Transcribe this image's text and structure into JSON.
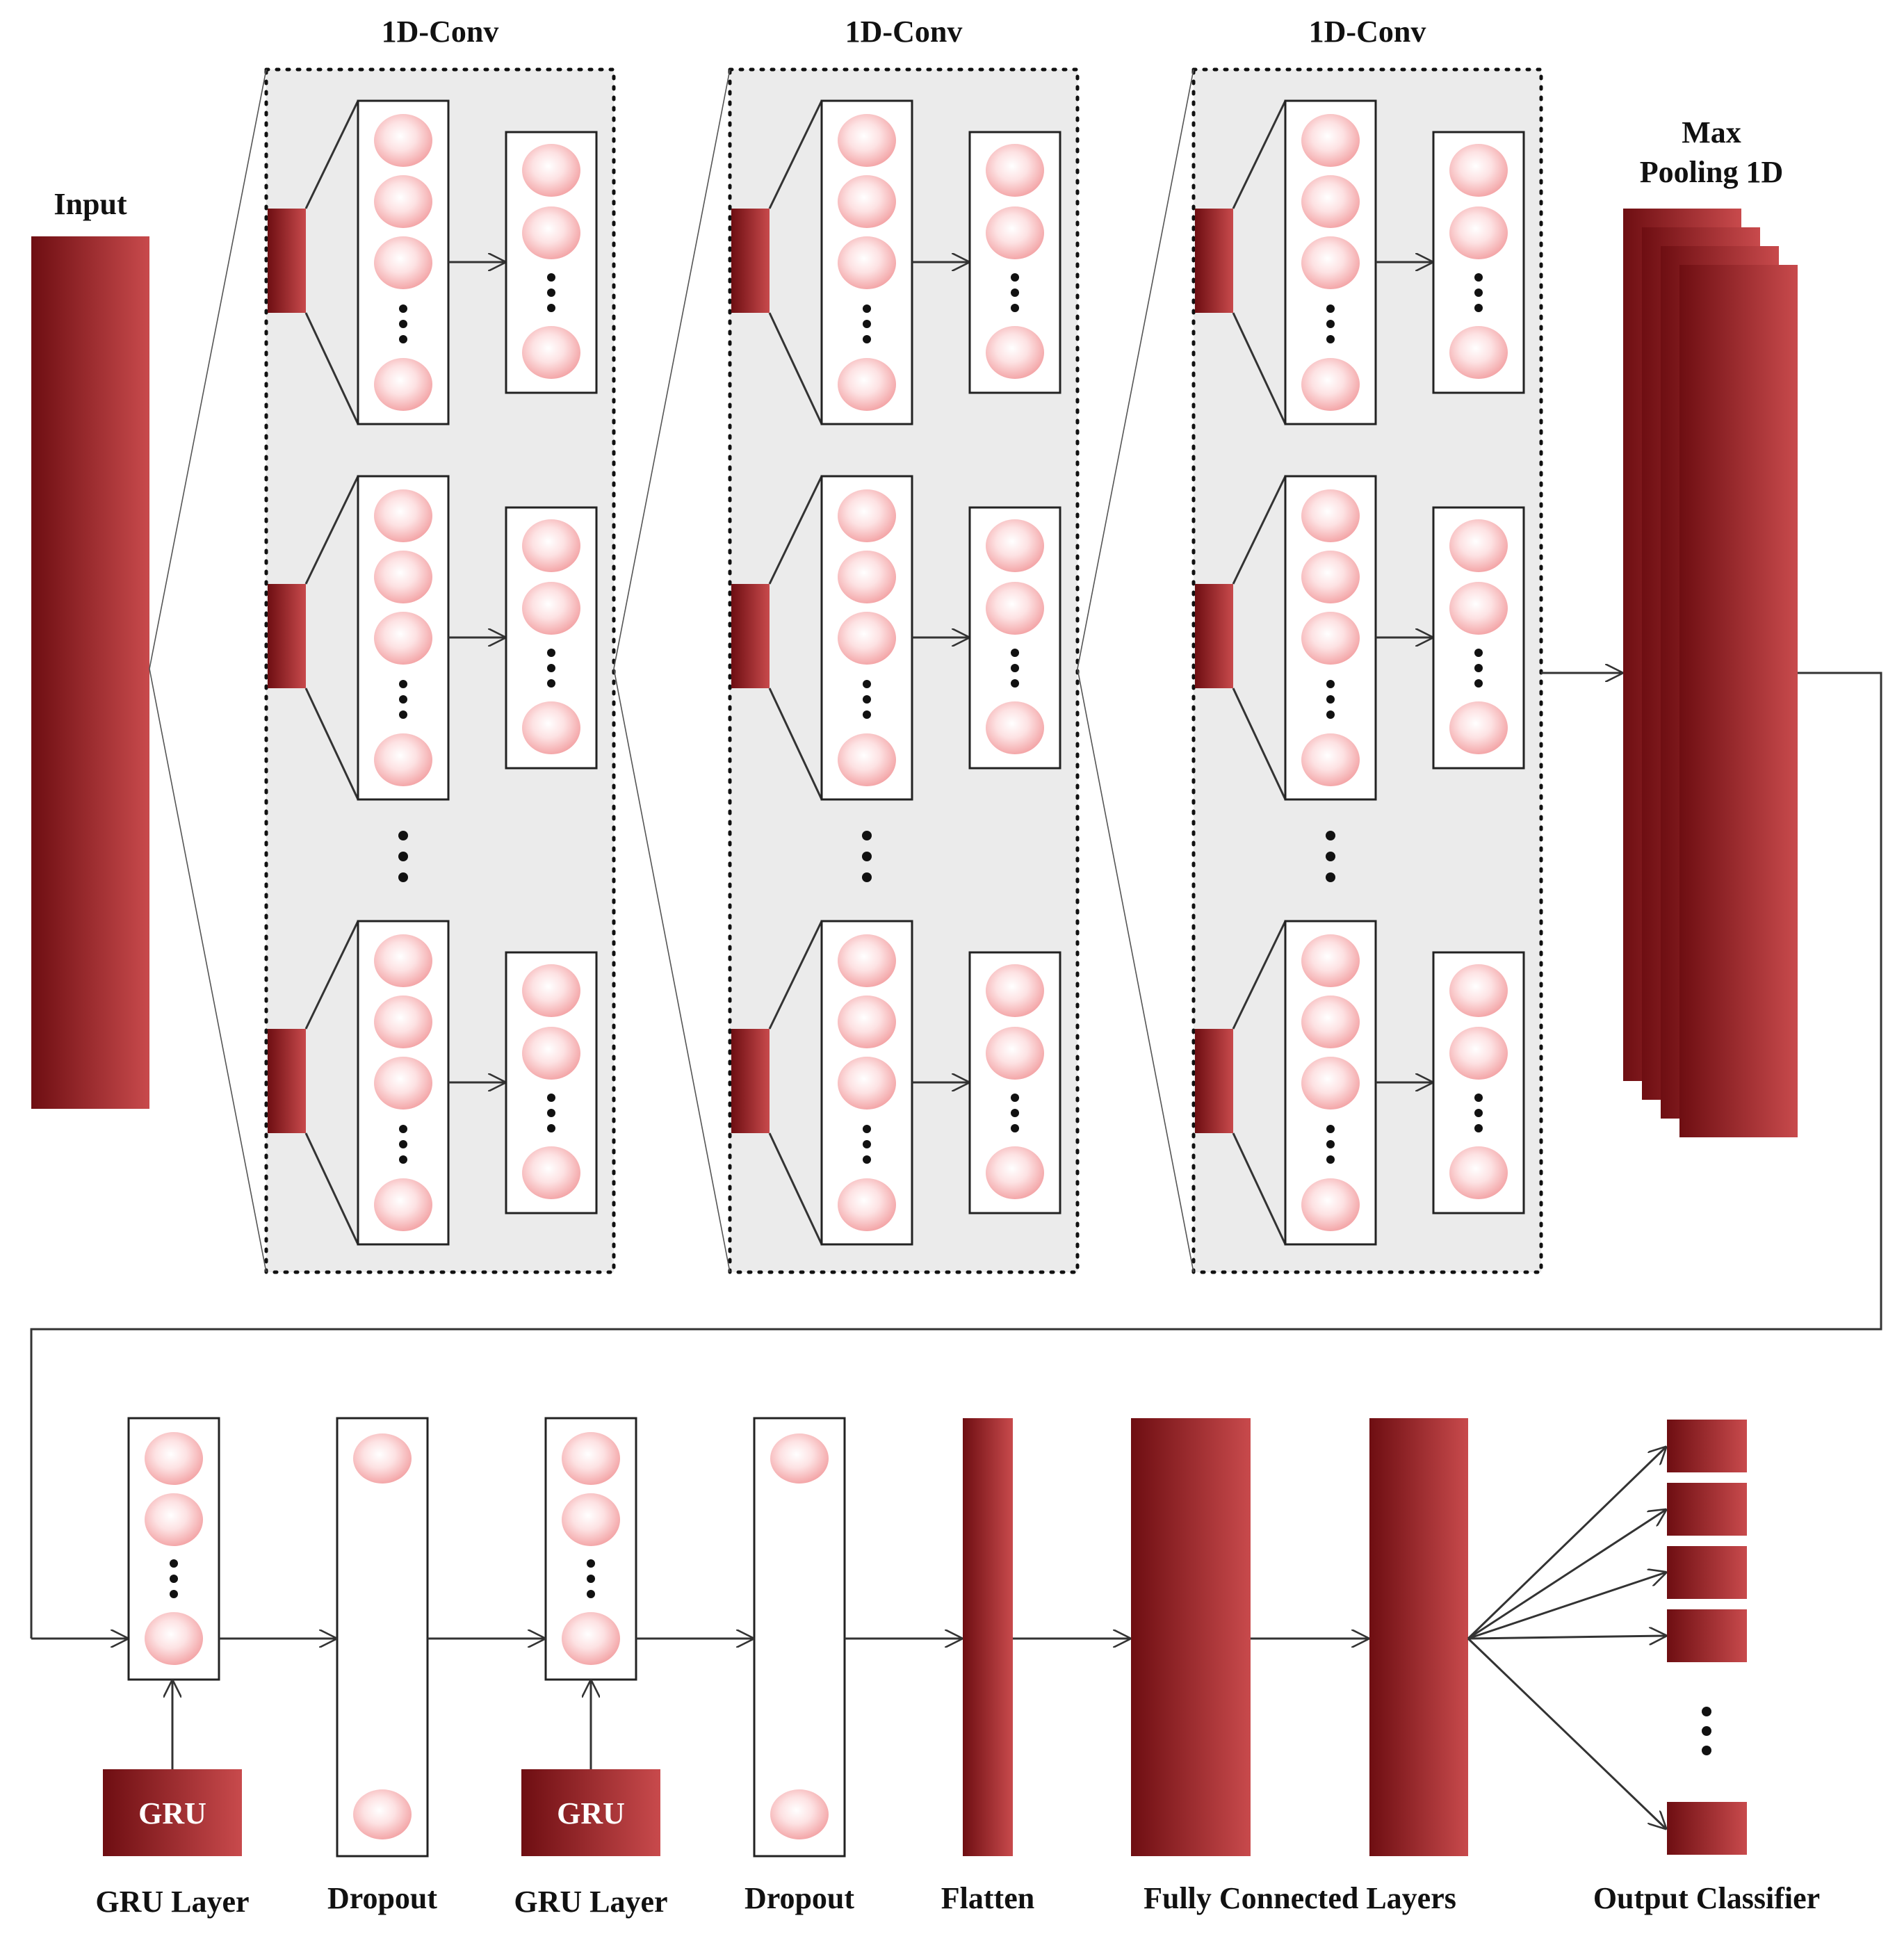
{
  "labels": {
    "input": "Input",
    "conv1": "1D-Conv",
    "conv2": "1D-Conv",
    "conv3": "1D-Conv",
    "maxpool_line1": "Max",
    "maxpool_line2": "Pooling 1D",
    "gru_layer_1": "GRU Layer",
    "dropout_1": "Dropout",
    "gru_layer_2": "GRU Layer",
    "dropout_2": "Dropout",
    "flatten": "Flatten",
    "fully_connected": "Fully Connected Layers",
    "output_classifier": "Output Classifier"
  },
  "gru_boxes": {
    "gru1": "GRU",
    "gru2": "GRU"
  },
  "colors": {
    "block_dark": "#6e0e12",
    "block_light": "#c84a4c",
    "neuron_center": "#ffffff",
    "neuron_edge": "#f3a3a5",
    "panel_fill": "#ebebeb"
  }
}
